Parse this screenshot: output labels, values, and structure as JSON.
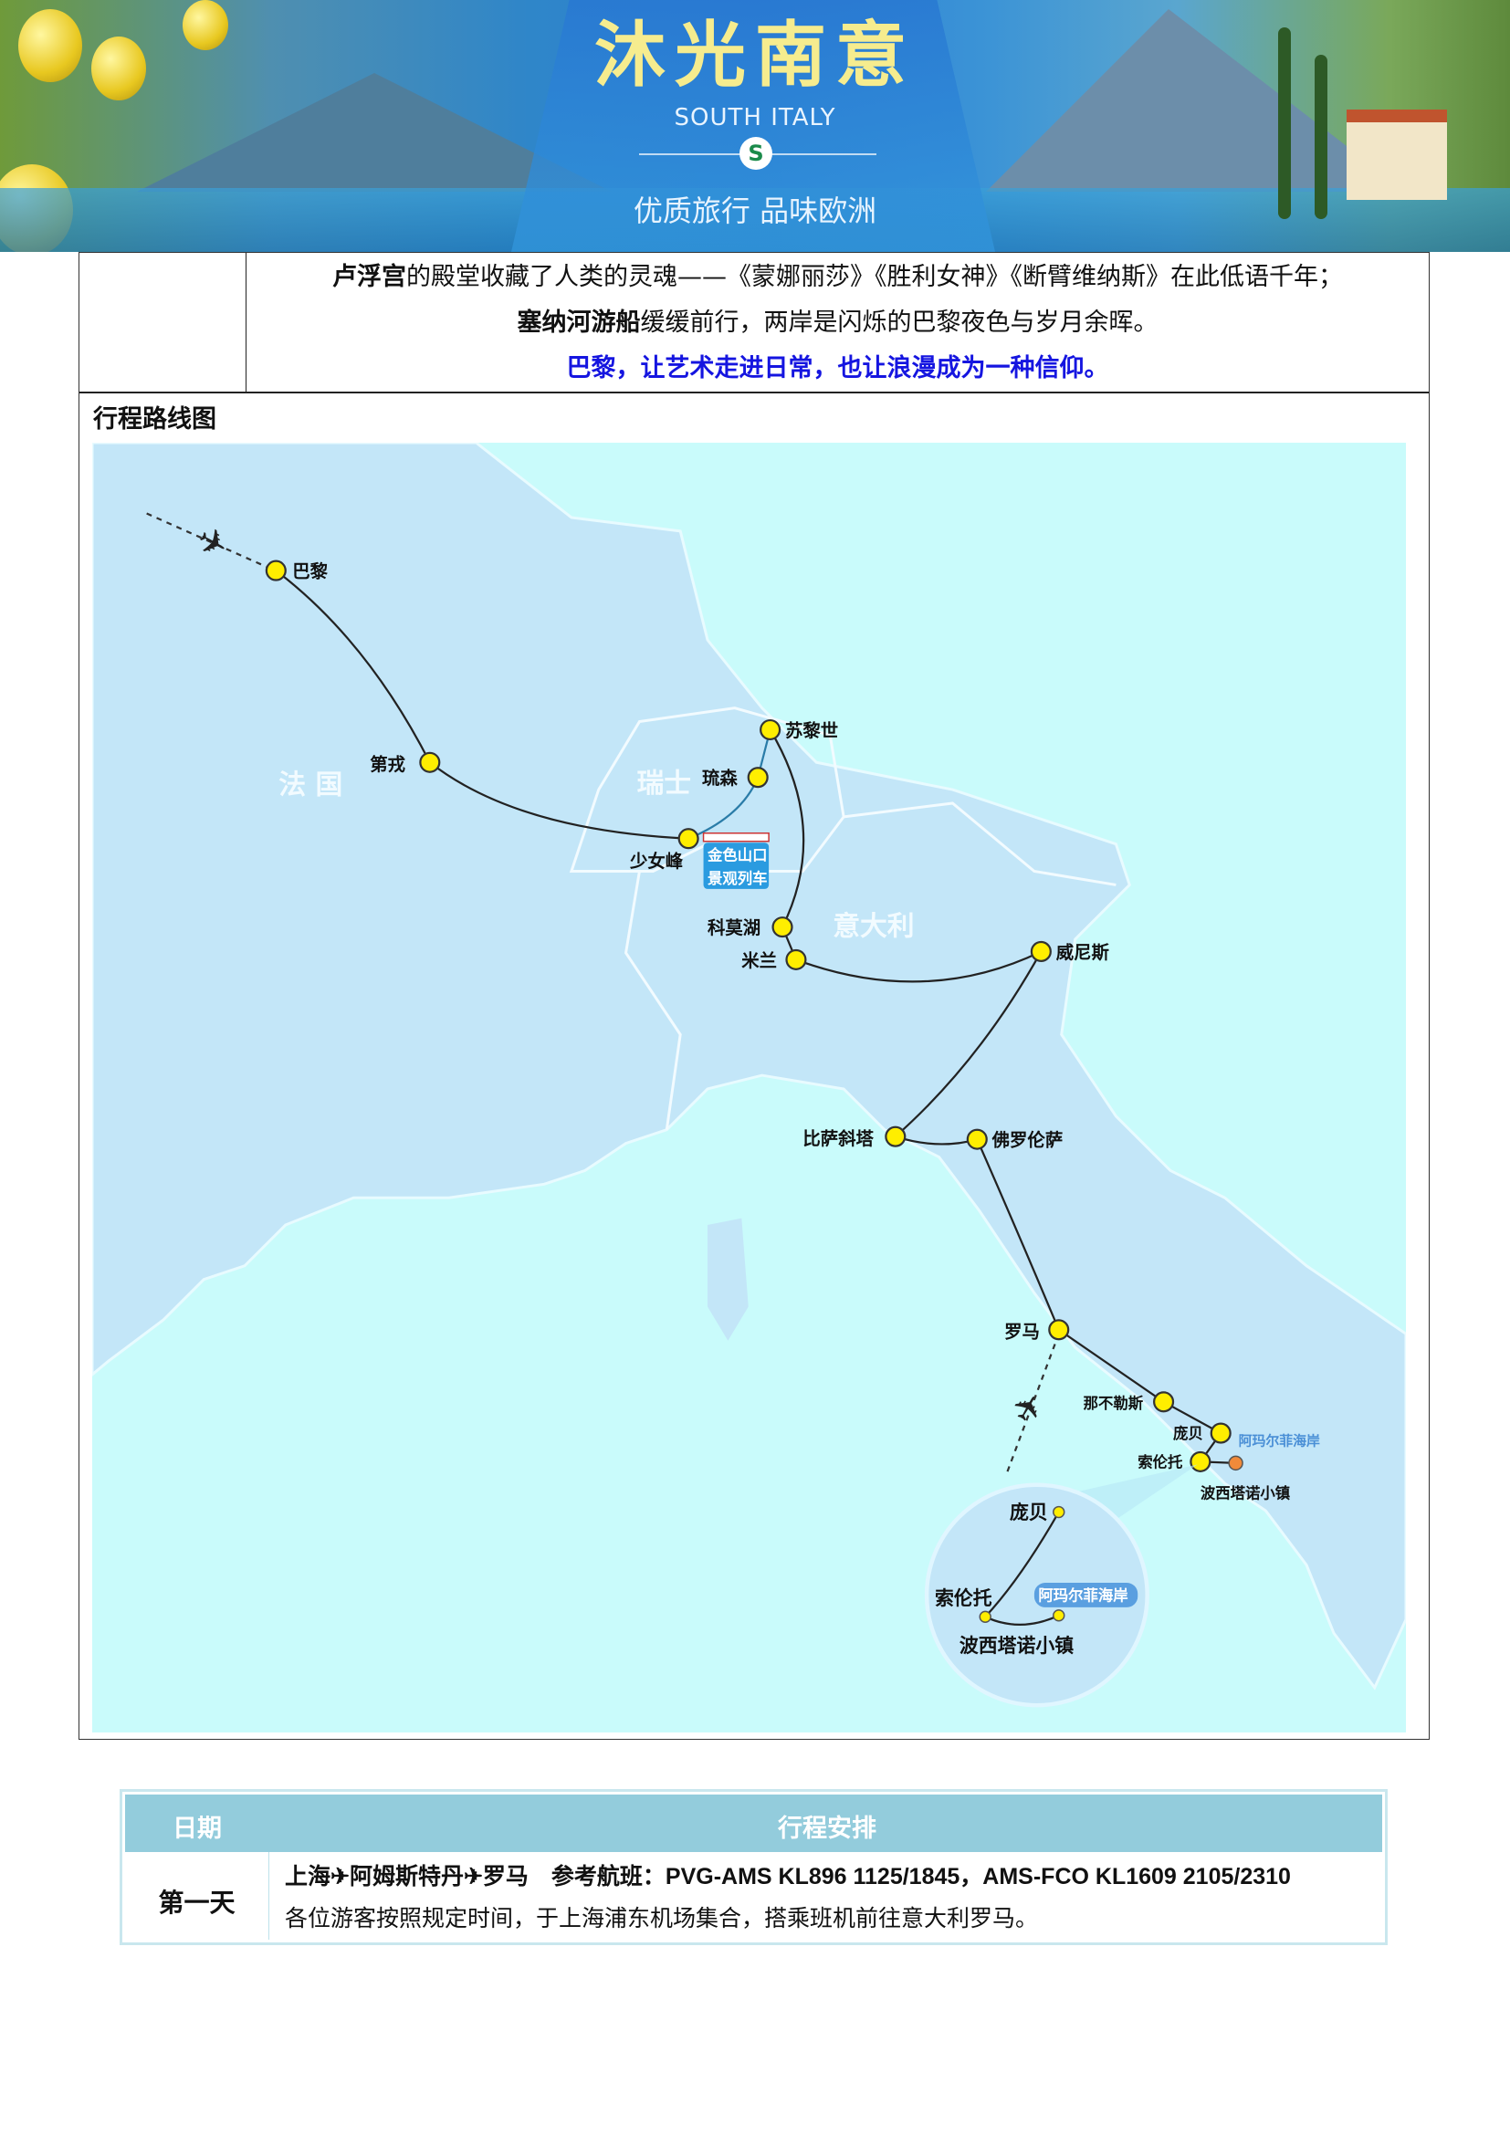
{
  "banner": {
    "title": "沐光南意",
    "subtitle": "SOUTH ITALY",
    "logo_letter": "S",
    "slogan": "优质旅行 品味欧洲"
  },
  "intro": {
    "line1_bold": "卢浮宫",
    "line1_rest": "的殿堂收藏了人类的灵魂——《蒙娜丽莎》《胜利女神》《断臂维纳斯》在此低语千年；",
    "line2_bold": "塞纳河游船",
    "line2_rest": "缓缓前行，两岸是闪烁的巴黎夜色与岁月余晖。",
    "line3": "巴黎，让艺术走进日常，也让浪漫成为一种信仰。"
  },
  "map": {
    "heading": "行程路线图",
    "countries": {
      "france": "法 国",
      "switzerland": "瑞士",
      "italy": "意大利"
    },
    "cities": {
      "paris": "巴黎",
      "dijon": "第戎",
      "jungfrau": "少女峰",
      "lucerne": "琉森",
      "zurich": "苏黎世",
      "como": "科莫湖",
      "milan": "米兰",
      "venice": "威尼斯",
      "pisa": "比萨斜塔",
      "florence": "佛罗伦萨",
      "rome": "罗马",
      "naples": "那不勒斯",
      "pompeii": "庞贝",
      "sorrento": "索伦托",
      "positano": "波西塔诺小镇"
    },
    "train_label_1": "金色山口",
    "train_label_2": "景观列车",
    "amalfi": "阿玛尔菲海岸",
    "colors": {
      "sea": "#c9fbfb",
      "land": "#c3e6f8",
      "stop": "#ffee00",
      "positano_stop": "#f08a3a"
    }
  },
  "schedule": {
    "col_date": "日期",
    "col_plan": "行程安排",
    "rows": [
      {
        "day": "第一天",
        "route": "上海✈阿姆斯特丹✈罗马　参考航班：PVG-AMS KL896 1125/1845，AMS-FCO KL1609 2105/2310",
        "desc": "各位游客按照规定时间，于上海浦东机场集合，搭乘班机前往意大利罗马。"
      }
    ]
  }
}
